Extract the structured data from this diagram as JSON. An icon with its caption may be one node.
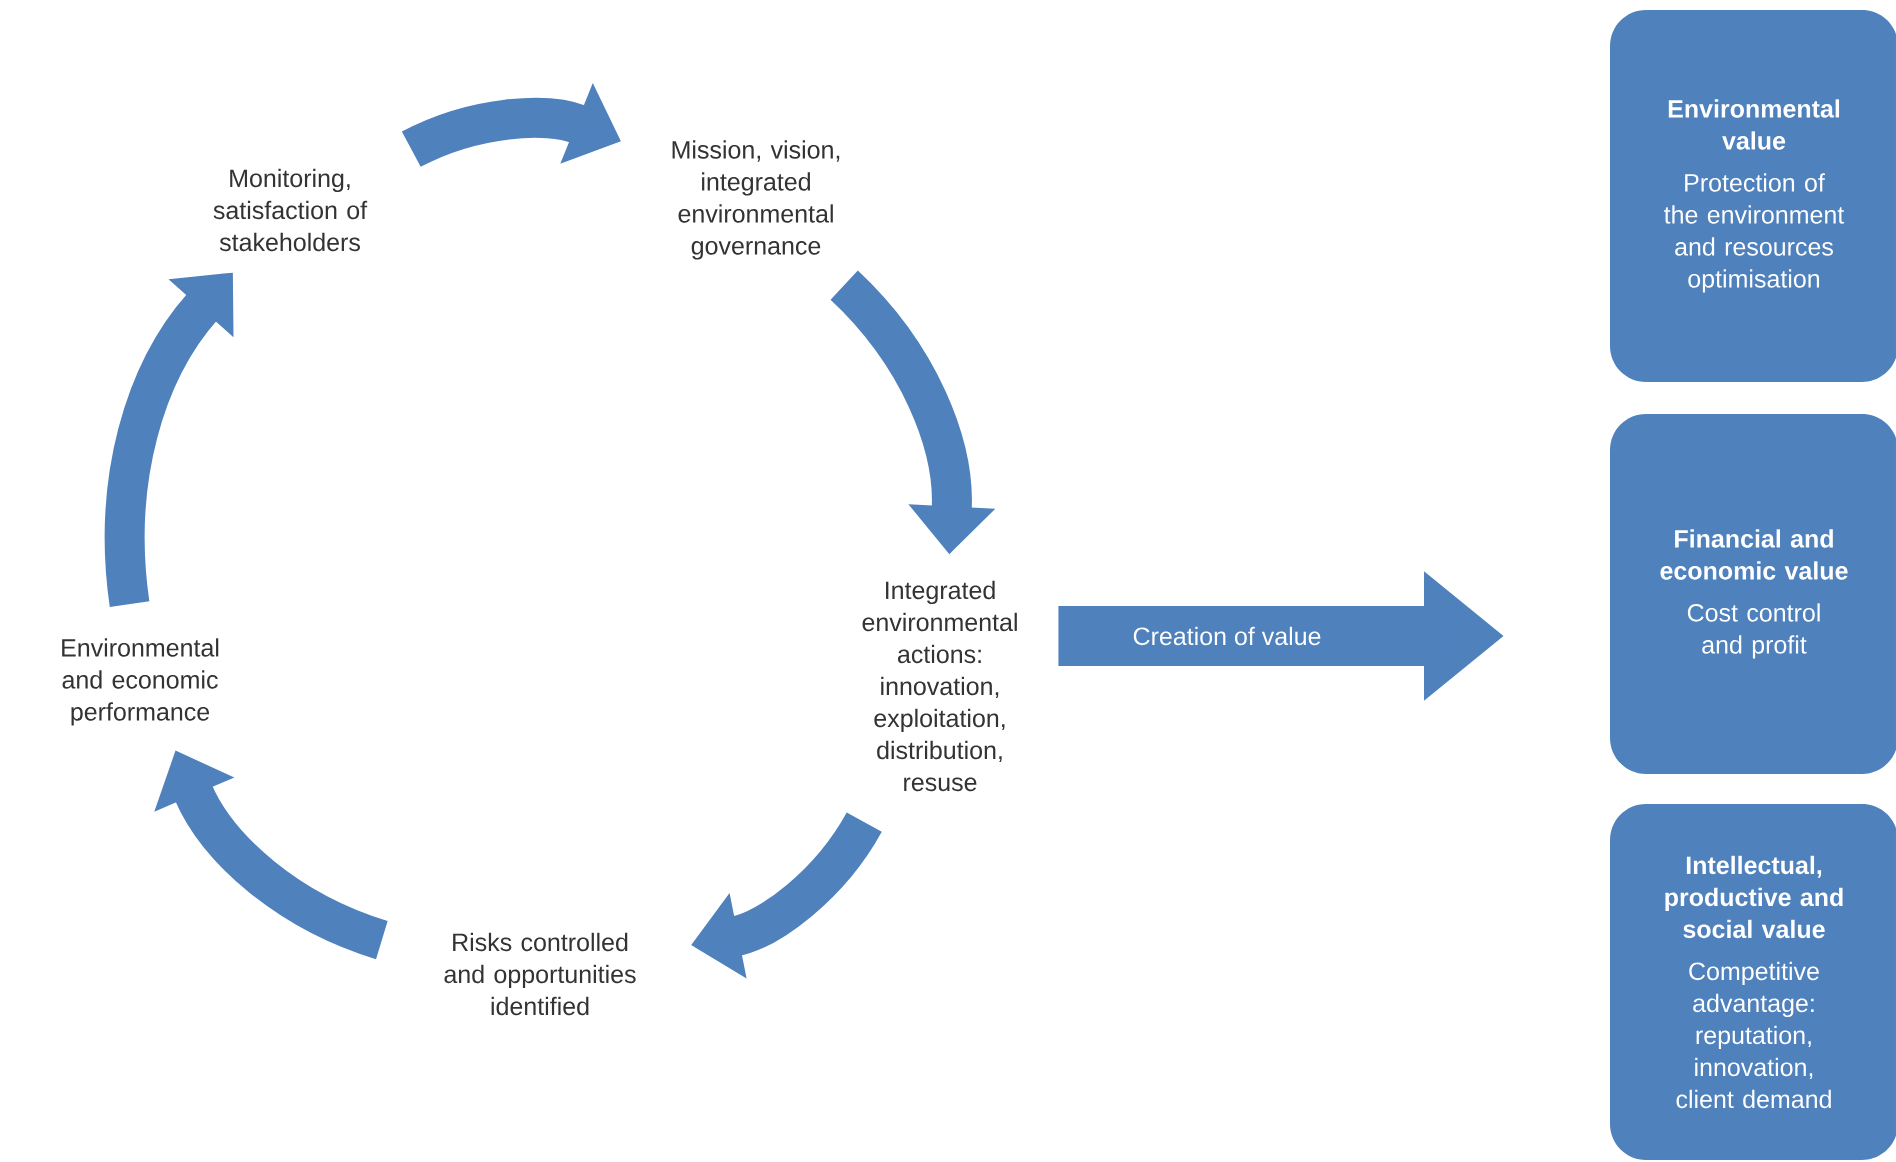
{
  "diagram": {
    "nodes": [
      {
        "text": [
          "Monitoring, satisfaction of stakeholders"
        ]
      },
      {
        "text": [
          "Mission, vision, integrated environmental governance"
        ]
      },
      {
        "text": [
          "Integrated environmental actions: innovation, exploitation, distribution, resuse"
        ]
      },
      {
        "text": [
          "Risks controlled and opportunities identified"
        ]
      },
      {
        "text": [
          "Environmental and economic performance"
        ]
      },
      {
        "text": [
          "Environmental value",
          "Protection of the environment and resources optimisation"
        ]
      },
      {
        "text": [
          "Financial and economic value",
          "Cost control and profit"
        ]
      },
      {
        "text": [
          "Intellectual, productive and social value",
          "Competitive advantage: reputation, innovation, client demand"
        ]
      }
    ],
    "edges": [
      {
        "from": 0,
        "to": 1,
        "arrow": "to"
      },
      {
        "from": 1,
        "to": 2,
        "arrow": "to"
      },
      {
        "from": 2,
        "to": 3,
        "arrow": "to"
      },
      {
        "from": 3,
        "to": 4,
        "arrow": "to"
      },
      {
        "from": 4,
        "to": 0,
        "arrow": "to"
      },
      {
        "from": 2,
        "to": null,
        "arrow": "to",
        "label": "Creation of value"
      }
    ]
  }
}
